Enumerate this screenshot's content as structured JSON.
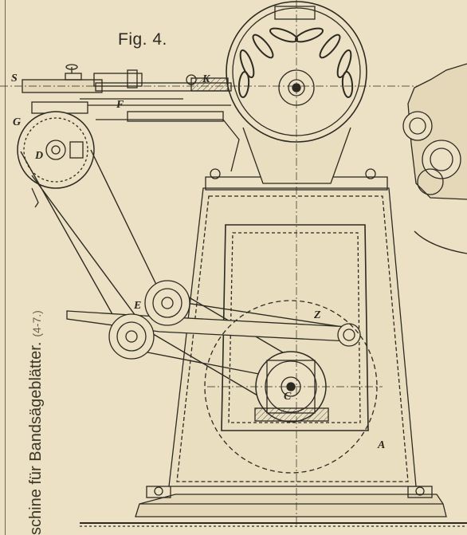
{
  "figure": {
    "title": "Fig. 4."
  },
  "caption": {
    "text": "schine für Bandsägeblätter.",
    "range": "(4-7.)"
  },
  "labels": {
    "S": "S",
    "K": "K",
    "F_upper": "F",
    "G": "G",
    "D": "D",
    "E": "E",
    "Z": "Z",
    "C": "C",
    "A": "A"
  },
  "colors": {
    "paper": "#ece1c4",
    "ink": "#2d2a22",
    "paper_shade": "#d9cdaa"
  }
}
